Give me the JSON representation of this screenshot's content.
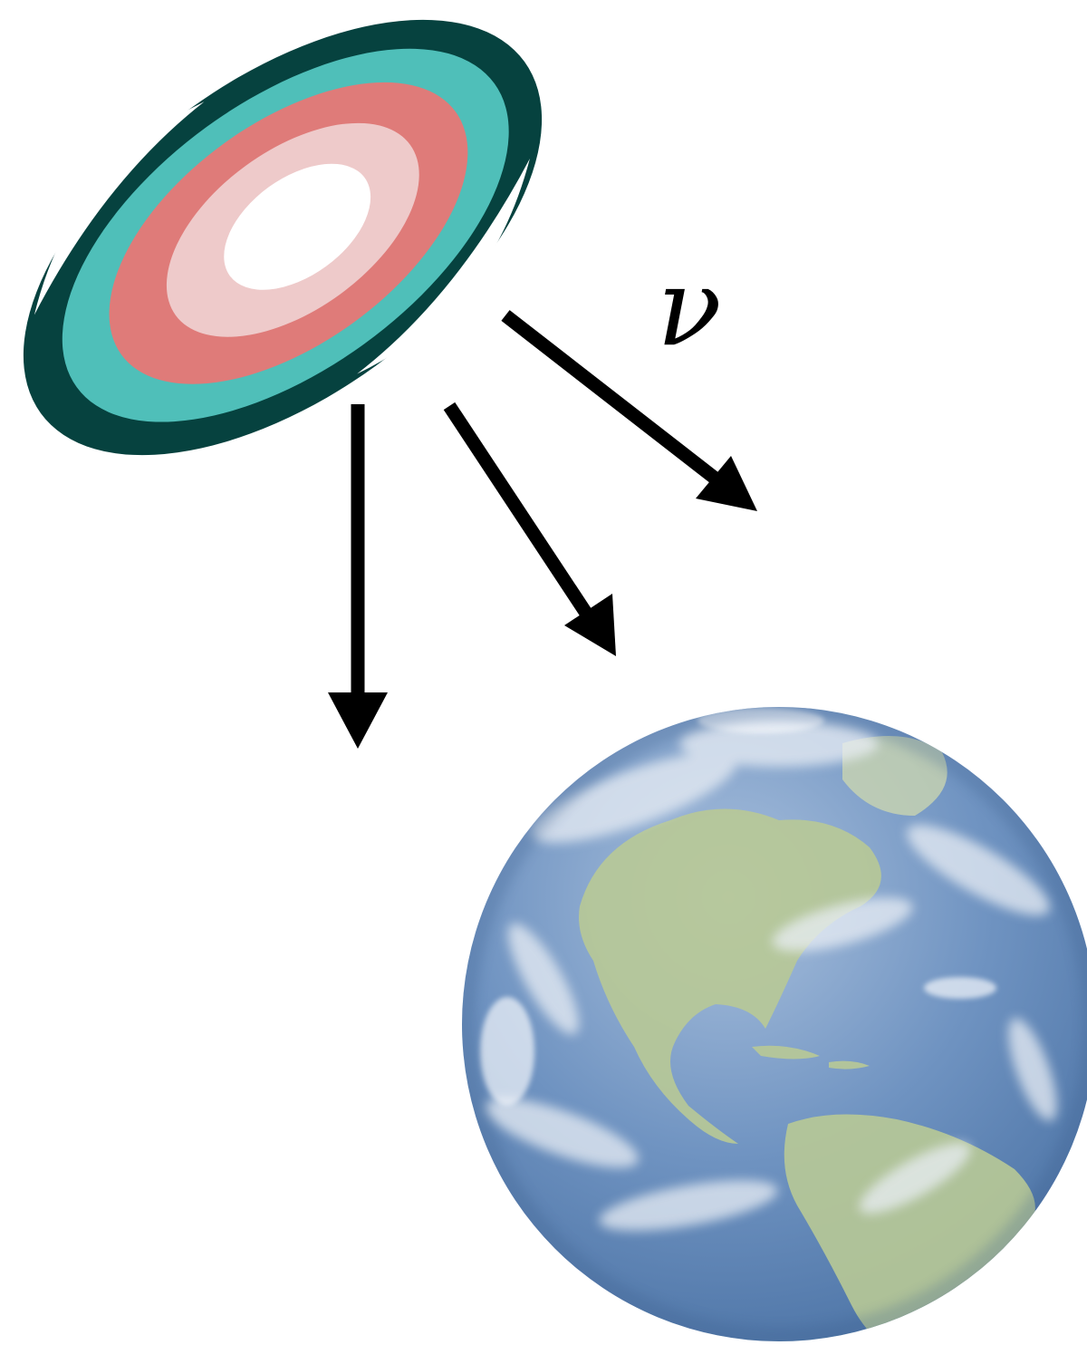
{
  "diagram": {
    "particle_symbol": "ν",
    "source": {
      "name": "galaxy",
      "colors": {
        "outer": "#06423f",
        "teal": "#4fbfb9",
        "salmon": "#df7b79",
        "pink": "#eecaca",
        "core": "#ffffff"
      }
    },
    "arrows": [
      {
        "name": "vertical"
      },
      {
        "name": "diagonal-middle"
      },
      {
        "name": "diagonal-right"
      }
    ],
    "arrow_color": "#000000",
    "target": {
      "name": "earth",
      "colors": {
        "ocean": "#5d87ba",
        "land": "#b8c996",
        "cloud": "#e9eef4"
      }
    }
  }
}
